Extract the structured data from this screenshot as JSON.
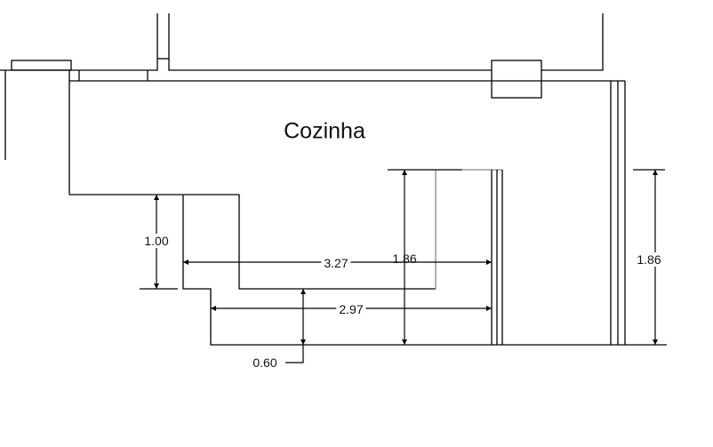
{
  "room_label": "Cozinha",
  "dimensions": {
    "counter_depth_left": "1.00",
    "counter_length_upper": "3.27",
    "counter_height_center": "1.86",
    "counter_length_lower": "2.97",
    "step_depth": "0.60",
    "wall_height_right": "1.86"
  }
}
